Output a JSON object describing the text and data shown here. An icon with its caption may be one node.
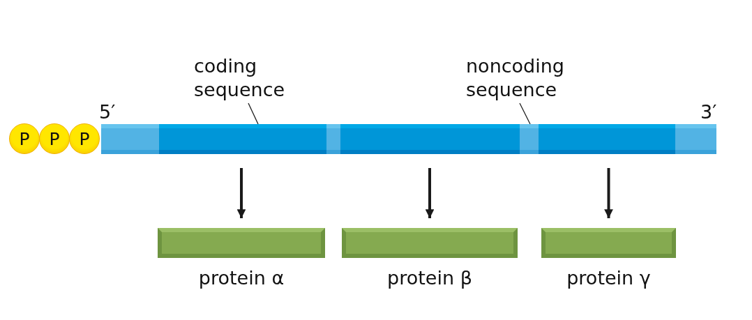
{
  "diagram": {
    "nodes": [
      {
        "text": [
          "coding sequence"
        ]
      },
      {
        "text": [
          "noncoding sequence"
        ]
      },
      {
        "text": [
          "P"
        ]
      },
      {
        "text": [
          "P"
        ]
      },
      {
        "text": [
          "P"
        ]
      },
      {
        "text": [],
        "shape": "bar"
      },
      {
        "text": [],
        "shape": "bar"
      },
      {
        "text": [],
        "shape": "bar"
      },
      {
        "text": [],
        "shape": "bar"
      },
      {
        "text": [],
        "shape": "bar"
      },
      {
        "text": [],
        "shape": "bar"
      },
      {
        "text": [],
        "shape": "bar"
      },
      {
        "text": [
          "protein α"
        ]
      },
      {
        "text": [
          "protein β"
        ]
      },
      {
        "text": [
          "protein γ"
        ]
      }
    ],
    "edges": [
      {
        "from": 0,
        "to": 6,
        "arrow": "none"
      },
      {
        "from": 1,
        "to": 9,
        "arrow": "none"
      },
      {
        "from": 6,
        "to": 12,
        "arrow": "to"
      },
      {
        "from": 8,
        "to": 13,
        "arrow": "to"
      },
      {
        "from": 10,
        "to": 14,
        "arrow": "to"
      }
    ],
    "labels": [
      "5′",
      "3′"
    ]
  }
}
